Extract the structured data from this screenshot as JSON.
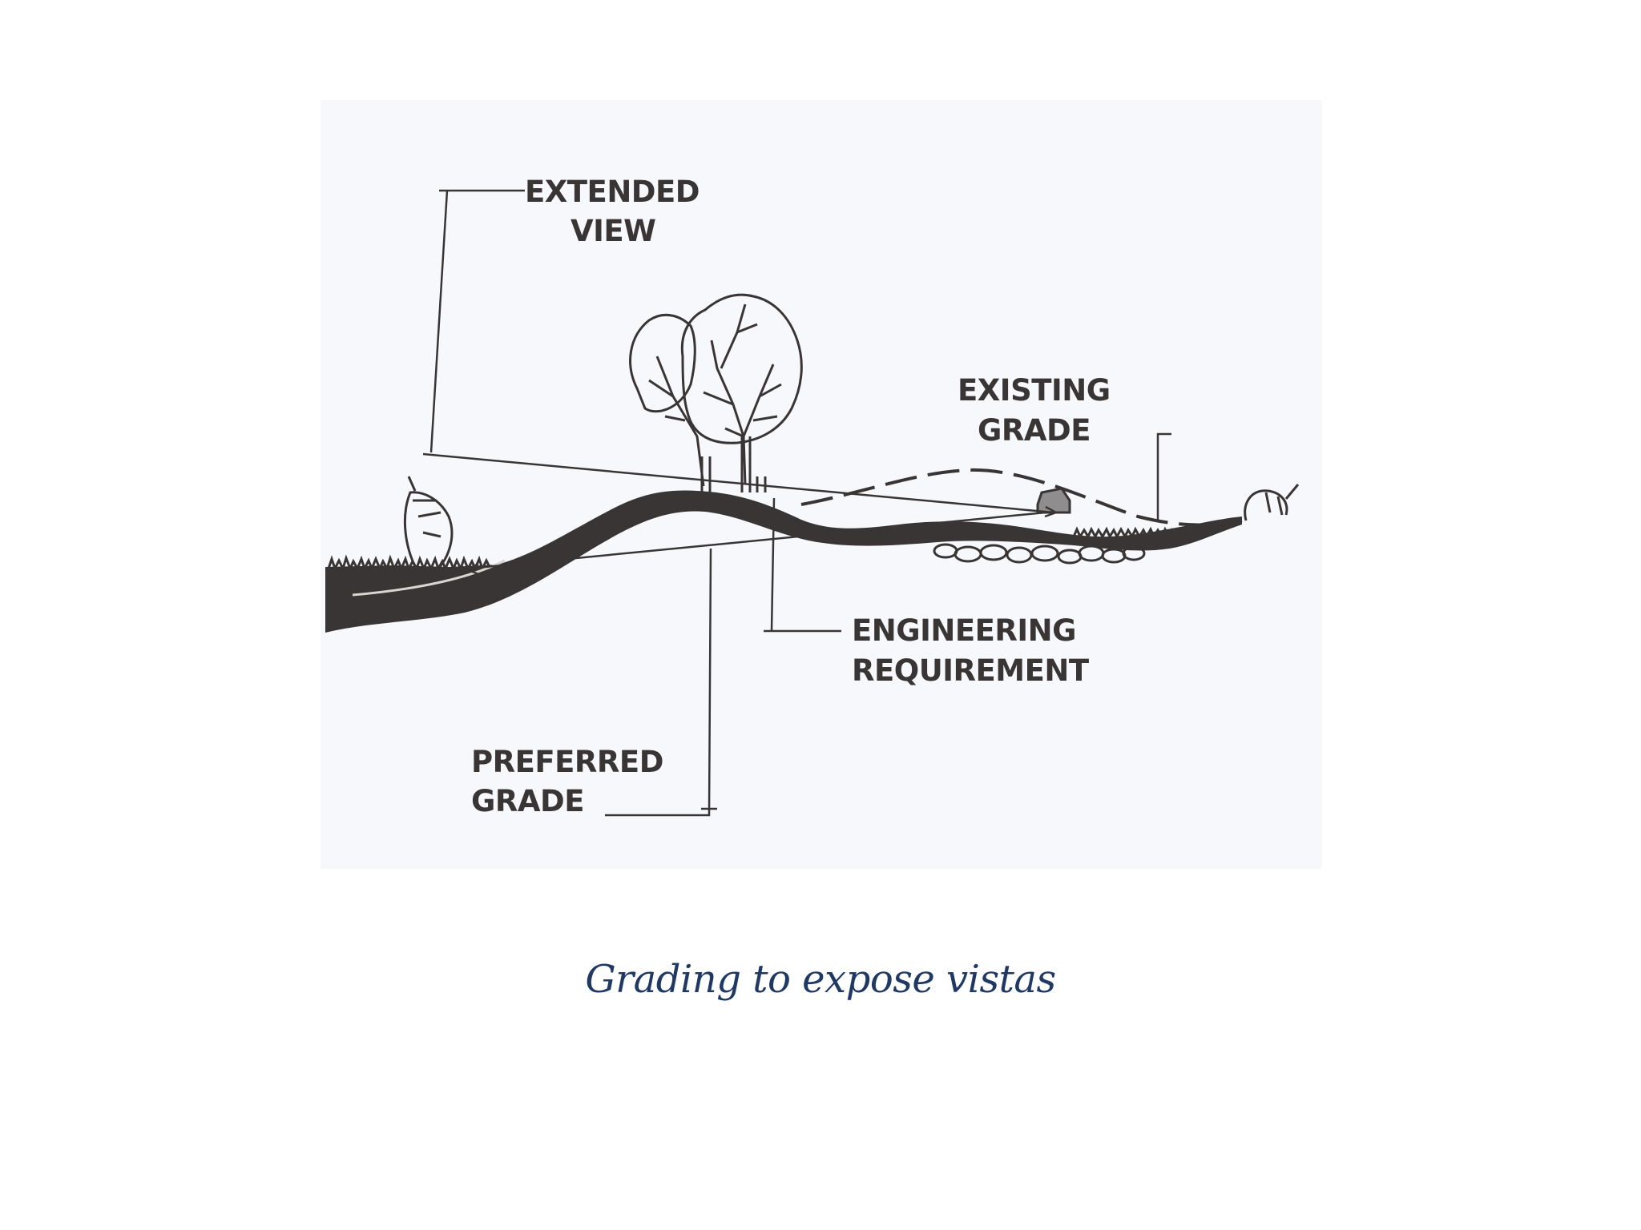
{
  "diagram": {
    "labels": {
      "extended_view_line1": "EXTENDED",
      "extended_view_line2": "VIEW",
      "existing_grade_line1": "EXISTING",
      "existing_grade_line2": "GRADE",
      "engineering_requirement_line1": "ENGINEERING",
      "engineering_requirement_line2": "REQUIREMENT",
      "preferred_grade_line1": "PREFERRED",
      "preferred_grade_line2": "GRADE"
    },
    "colors": {
      "ink": "#3a3535",
      "paper": "#f7f8fb",
      "caption": "#1f3864"
    }
  },
  "caption": "Grading to expose vistas"
}
